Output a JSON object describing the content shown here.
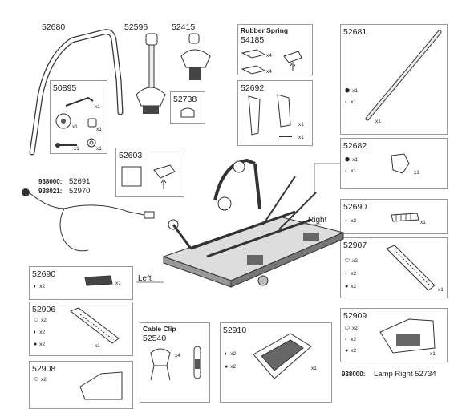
{
  "parts": {
    "p52680": "52680",
    "p52596": "52596",
    "p52415": "52415",
    "rubber_spring_title": "Rubber Spring",
    "p54185": "54185",
    "p52681": "52681",
    "p50895": "50895",
    "p52738": "52738",
    "p52692": "52692",
    "p52682": "52682",
    "p52603": "52603",
    "p52690a": "52690",
    "p52690b": "52690",
    "p52907": "52907",
    "p52906": "52906",
    "p52909": "52909",
    "p52908": "52908",
    "cable_clip_title": "Cable Clip",
    "p52540": "52540",
    "p52910": "52910",
    "wire_line1_code": "938000:",
    "wire_line1_part": "52691",
    "wire_line2_code": "938021:",
    "wire_line2_part": "52970",
    "lamp_right_code": "938000:",
    "lamp_right_text": "Lamp Right 52734"
  },
  "labels": {
    "right": "Right",
    "left": "Left"
  },
  "qty": {
    "x1": "x1",
    "x2": "x2",
    "x4": "x4"
  }
}
